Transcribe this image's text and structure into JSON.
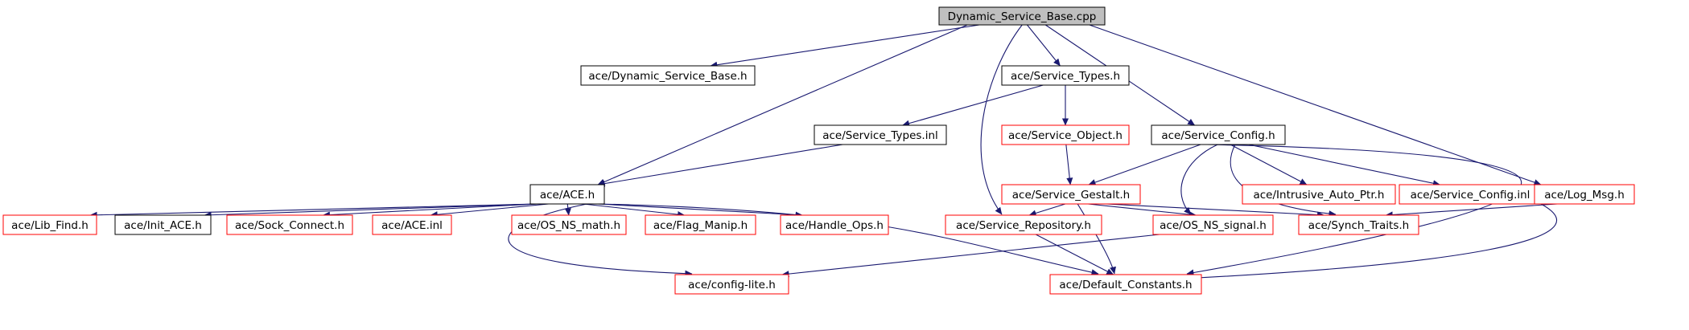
{
  "graph": {
    "edge_color": "#191970",
    "node_border_colors": {
      "root": "#000000",
      "documented": "#000000",
      "truncated": "#ff0000"
    },
    "root_fill": "#bfbfbf",
    "nodes": [
      {
        "id": "root",
        "label": "Dynamic_Service_Base.cpp",
        "style": "root"
      },
      {
        "id": "dsb_h",
        "label": "ace/Dynamic_Service_Base.h",
        "style": "documented"
      },
      {
        "id": "st_h",
        "label": "ace/Service_Types.h",
        "style": "documented"
      },
      {
        "id": "st_inl",
        "label": "ace/Service_Types.inl",
        "style": "documented"
      },
      {
        "id": "so_h",
        "label": "ace/Service_Object.h",
        "style": "truncated"
      },
      {
        "id": "sc_h",
        "label": "ace/Service_Config.h",
        "style": "documented"
      },
      {
        "id": "ace_h",
        "label": "ace/ACE.h",
        "style": "documented"
      },
      {
        "id": "sg_h",
        "label": "ace/Service_Gestalt.h",
        "style": "truncated"
      },
      {
        "id": "iap_h",
        "label": "ace/Intrusive_Auto_Ptr.h",
        "style": "truncated"
      },
      {
        "id": "sc_inl",
        "label": "ace/Service_Config.inl",
        "style": "truncated"
      },
      {
        "id": "lm_h",
        "label": "ace/Log_Msg.h",
        "style": "truncated"
      },
      {
        "id": "lf_h",
        "label": "ace/Lib_Find.h",
        "style": "truncated"
      },
      {
        "id": "ia_h",
        "label": "ace/Init_ACE.h",
        "style": "documented"
      },
      {
        "id": "scn_h",
        "label": "ace/Sock_Connect.h",
        "style": "truncated"
      },
      {
        "id": "ace_inl",
        "label": "ace/ACE.inl",
        "style": "truncated"
      },
      {
        "id": "nsm_h",
        "label": "ace/OS_NS_math.h",
        "style": "truncated"
      },
      {
        "id": "fm_h",
        "label": "ace/Flag_Manip.h",
        "style": "truncated"
      },
      {
        "id": "ho_h",
        "label": "ace/Handle_Ops.h",
        "style": "truncated"
      },
      {
        "id": "sr_h",
        "label": "ace/Service_Repository.h",
        "style": "truncated"
      },
      {
        "id": "nss_h",
        "label": "ace/OS_NS_signal.h",
        "style": "truncated"
      },
      {
        "id": "str_h",
        "label": "ace/Synch_Traits.h",
        "style": "truncated"
      },
      {
        "id": "cl_h",
        "label": "ace/config-lite.h",
        "style": "truncated"
      },
      {
        "id": "dc_h",
        "label": "ace/Default_Constants.h",
        "style": "truncated"
      }
    ],
    "edges": [
      {
        "from": "root",
        "to": "dsb_h"
      },
      {
        "from": "root",
        "to": "ace_h"
      },
      {
        "from": "root",
        "to": "st_h"
      },
      {
        "from": "root",
        "to": "sr_h"
      },
      {
        "from": "root",
        "to": "sc_h"
      },
      {
        "from": "root",
        "to": "lm_h"
      },
      {
        "from": "st_h",
        "to": "st_inl"
      },
      {
        "from": "st_h",
        "to": "so_h"
      },
      {
        "from": "st_inl",
        "to": "ace_h"
      },
      {
        "from": "so_h",
        "to": "sg_h"
      },
      {
        "from": "sc_h",
        "to": "sg_h"
      },
      {
        "from": "sc_h",
        "to": "iap_h"
      },
      {
        "from": "sc_h",
        "to": "sc_inl"
      },
      {
        "from": "sc_h",
        "to": "nss_h"
      },
      {
        "from": "sc_h",
        "to": "str_h"
      },
      {
        "from": "sc_h",
        "to": "dc_h"
      },
      {
        "from": "sg_h",
        "to": "sr_h"
      },
      {
        "from": "sg_h",
        "to": "nss_h"
      },
      {
        "from": "sg_h",
        "to": "str_h"
      },
      {
        "from": "sg_h",
        "to": "dc_h"
      },
      {
        "from": "lm_h",
        "to": "str_h"
      },
      {
        "from": "lm_h",
        "to": "dc_h"
      },
      {
        "from": "ace_h",
        "to": "lf_h"
      },
      {
        "from": "ace_h",
        "to": "ia_h"
      },
      {
        "from": "ace_h",
        "to": "scn_h"
      },
      {
        "from": "ace_h",
        "to": "ace_inl"
      },
      {
        "from": "ace_h",
        "to": "nsm_h"
      },
      {
        "from": "ace_h",
        "to": "fm_h"
      },
      {
        "from": "ace_h",
        "to": "ho_h"
      },
      {
        "from": "ace_h",
        "to": "cl_h"
      },
      {
        "from": "ace_h",
        "to": "dc_h"
      },
      {
        "from": "sr_h",
        "to": "dc_h"
      },
      {
        "from": "nss_h",
        "to": "cl_h"
      }
    ]
  }
}
